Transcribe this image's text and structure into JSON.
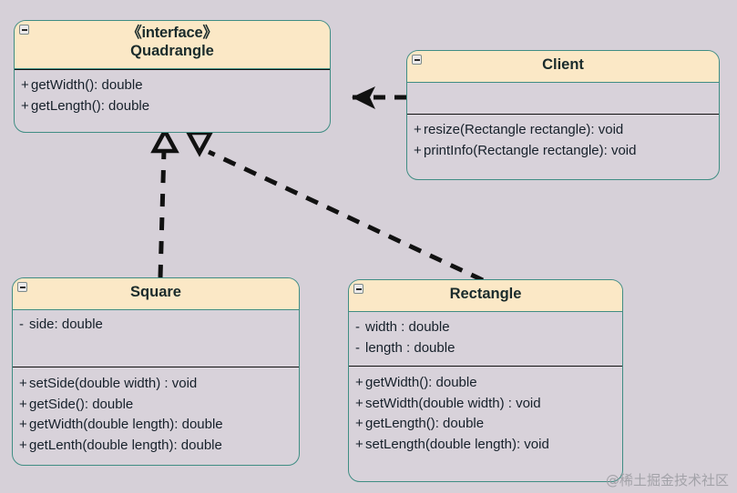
{
  "diagram": {
    "title": "UML Class Diagram",
    "background_color": "#d6d0d8",
    "header_color": "#fbe8c6",
    "body_color": "#d8d2da",
    "border_color": "#3f8d83",
    "line_color": "#111111",
    "watermark": "@稀土掘金技术社区"
  },
  "classes": {
    "quadrangle": {
      "stereotype": "《interface》",
      "name": "Quadrangle",
      "attributes": [],
      "methods": [
        {
          "vis": "+",
          "sig": "getWidth(): double"
        },
        {
          "vis": "+",
          "sig": "getLength(): double"
        }
      ]
    },
    "client": {
      "stereotype": "",
      "name": "Client",
      "attributes": [],
      "methods": [
        {
          "vis": "+",
          "sig": "resize(Rectangle rectangle): void"
        },
        {
          "vis": "+",
          "sig": "printInfo(Rectangle rectangle): void"
        }
      ]
    },
    "square": {
      "stereotype": "",
      "name": "Square",
      "attributes": [
        {
          "vis": "-",
          "sig": "side: double"
        }
      ],
      "methods": [
        {
          "vis": "+",
          "sig": "setSide(double width) : void"
        },
        {
          "vis": "+",
          "sig": "getSide(): double"
        },
        {
          "vis": "+",
          "sig": "getWidth(double length): double"
        },
        {
          "vis": "+",
          "sig": "getLenth(double length): double"
        }
      ]
    },
    "rectangle": {
      "stereotype": "",
      "name": "Rectangle",
      "attributes": [
        {
          "vis": "-",
          "sig": "width : double"
        },
        {
          "vis": "-",
          "sig": "length : double"
        }
      ],
      "methods": [
        {
          "vis": "+",
          "sig": "getWidth(): double"
        },
        {
          "vis": "+",
          "sig": "setWidth(double width) : void"
        },
        {
          "vis": "+",
          "sig": "getLength(): double"
        },
        {
          "vis": "+",
          "sig": "setLength(double length): void"
        }
      ]
    }
  },
  "relations": [
    {
      "id": "client-to-quadrangle",
      "type": "dependency",
      "from": "Client",
      "to": "Quadrangle",
      "style": "dashed",
      "arrow": "open-arrow"
    },
    {
      "id": "square-to-quadrangle",
      "type": "realization",
      "from": "Square",
      "to": "Quadrangle",
      "style": "dashed",
      "arrow": "hollow-triangle"
    },
    {
      "id": "rectangle-to-quadrangle",
      "type": "realization",
      "from": "Rectangle",
      "to": "Quadrangle",
      "style": "dashed",
      "arrow": "hollow-triangle"
    }
  ]
}
